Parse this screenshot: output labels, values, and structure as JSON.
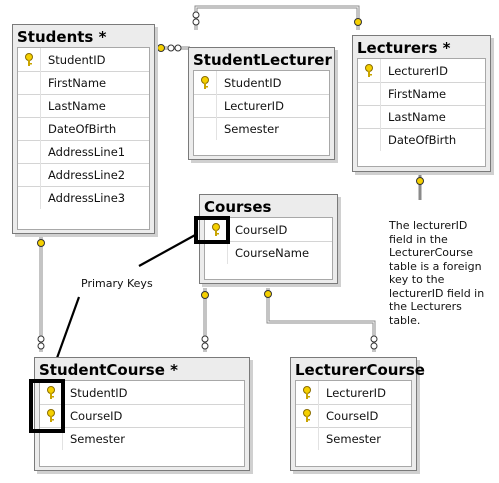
{
  "tables": {
    "students": {
      "title": "Students *",
      "columns": [
        "StudentID",
        "FirstName",
        "LastName",
        "DateOfBirth",
        "AddressLine1",
        "AddressLine2",
        "AddressLine3"
      ]
    },
    "studentlecturer": {
      "title": "StudentLecturer *",
      "columns": [
        "StudentID",
        "LecturerID",
        "Semester"
      ]
    },
    "lecturers": {
      "title": "Lecturers *",
      "columns": [
        "LecturerID",
        "FirstName",
        "LastName",
        "DateOfBirth"
      ]
    },
    "courses": {
      "title": "Courses",
      "columns": [
        "CourseID",
        "CourseName"
      ]
    },
    "studentcourse": {
      "title": "StudentCourse *",
      "columns": [
        "StudentID",
        "CourseID",
        "Semester"
      ]
    },
    "lecturercourse": {
      "title": "LecturerCourse",
      "columns": [
        "LecturerID",
        "CourseID",
        "Semester"
      ]
    }
  },
  "annotations": {
    "primary_keys": "Primary Keys",
    "foreign_key_note": [
      "The lecturerID",
      "field in the",
      "LecturerCourse",
      "table is a foreign",
      "key to the",
      "lecturerID field in",
      "the Lecturers",
      "table."
    ]
  },
  "icons": {
    "primary_key": "key-icon",
    "relationship_end": "key-end-icon",
    "relationship_many": "infinity-icon"
  },
  "colors": {
    "key_yellow": "#f5d000",
    "table_bg": "#ececec"
  }
}
